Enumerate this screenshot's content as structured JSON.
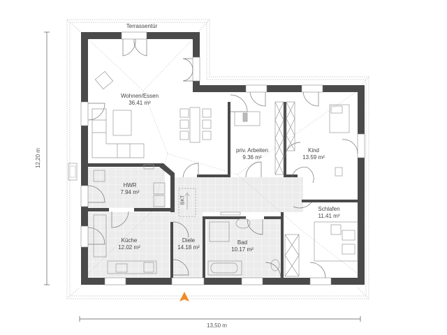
{
  "plan": {
    "type": "floor-plan",
    "accent_color": "#f08a24",
    "wall_color": "#4a4a4a",
    "floor_tile_color": "#ececec",
    "labels": {
      "terrace_door": "Terrassentür",
      "stair": "BKT"
    },
    "dimensions": {
      "width": "13,50 m",
      "height": "12,20 m"
    },
    "rooms": [
      {
        "name": "Wohnen/Essen",
        "area": "36.41 m²"
      },
      {
        "name": "priv. Arbeiten",
        "area": "9.36 m²"
      },
      {
        "name": "Kind",
        "area": "13.59 m²"
      },
      {
        "name": "HWR",
        "area": "7.94 m²"
      },
      {
        "name": "Schlafen",
        "area": "11.41 m²"
      },
      {
        "name": "Küche",
        "area": "12.02 m²"
      },
      {
        "name": "Diele",
        "area": "14.18 m²"
      },
      {
        "name": "Bad",
        "area": "10.17 m²"
      }
    ],
    "entrance_marker": "entrance-arrow"
  }
}
